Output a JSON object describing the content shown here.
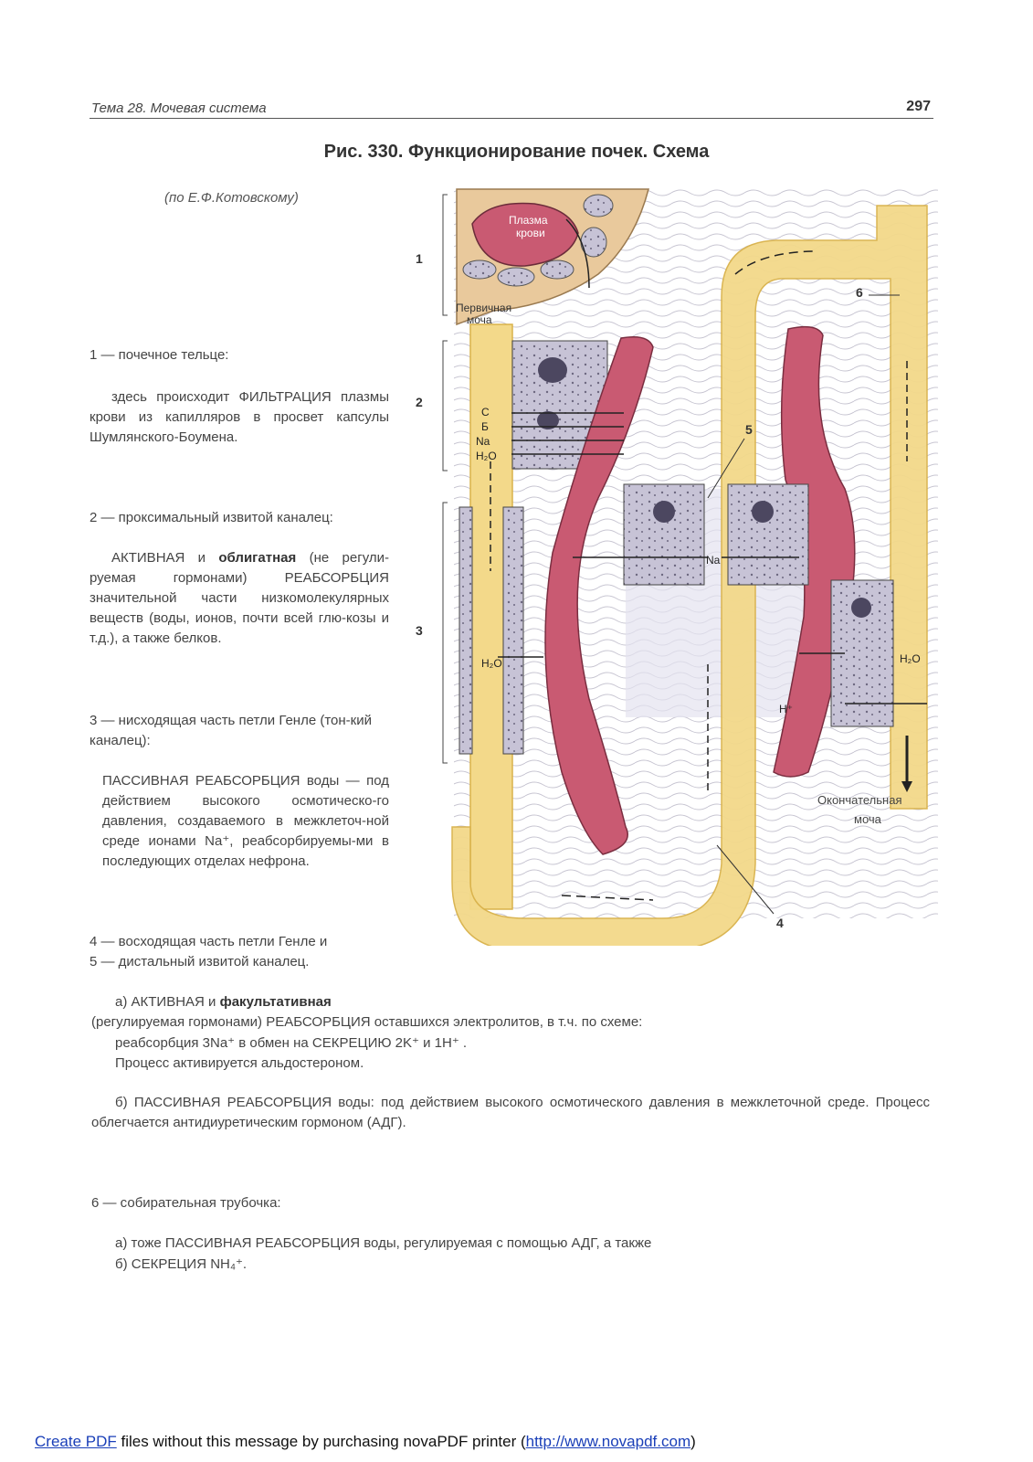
{
  "header": {
    "topic": "Тема 28. Мочевая система",
    "page_number": "297"
  },
  "figure": {
    "title": "Рис. 330. Функционирование почек. Схема",
    "subtitle": "(по Е.Ф.Котовскому)",
    "labels": {
      "n1": "1",
      "n2": "2",
      "n3": "3",
      "n4": "4",
      "n5": "5",
      "n6": "6",
      "plasma_1": "Плазма",
      "plasma_2": "крови",
      "primary_1": "Первичная",
      "primary_2": "моча",
      "c": "С",
      "b": "Б",
      "na": "Na",
      "h2o": "H₂O",
      "na_mid": "Na",
      "h2o_left": "H₂O",
      "h2o_right": "H₂O",
      "h_plus": "H⁺",
      "final_1": "Окончательная",
      "final_2": "моча"
    }
  },
  "sections": {
    "s1": {
      "heading": "1 — почечное тельце:",
      "body": "здесь происходит ФИЛЬТРАЦИЯ плазмы крови из капилляров в просвет капсулы Шумлянского-Боумена."
    },
    "s2": {
      "heading": "2 — проксимальный извитой каналец:",
      "p1": "АКТИВНАЯ и ",
      "p2": "облигатная",
      "p3": " (не регули-руемая гормонами) РЕАБСОРБЦИЯ значительной части низкомолекулярных веществ (воды, ионов, почти всей глю-козы и т.д.), а также белков."
    },
    "s3": {
      "heading": "3 — нисходящая часть петли Генле (тон-кий каналец):",
      "body": "ПАССИВНАЯ РЕАБСОРБЦИЯ воды — под действием высокого осмотическо-го давления, создаваемого в межклеточ-ной среде ионами Na⁺, реабсорбируемы-ми в последующих отделах нефрона."
    },
    "s45": {
      "line1": "4 — восходящая часть петли Генле и",
      "line2": "5 — дистальный извитой каналец.",
      "a_1": "а)  АКТИВНАЯ   и   ",
      "a_bold": "факультативная",
      "a_2": "(регулируемая гормонами) РЕАБСОРБЦИЯ оставшихся электролитов, в т.ч. по схеме:",
      "a_3": "реабсорбция 3Na⁺ в обмен на СЕКРЕЦИЮ 2K⁺ и 1H⁺ .",
      "a_4": "Процесс активируется альдостероном.",
      "b_1": "б) ПАССИВНАЯ РЕАБСОРБЦИЯ воды: под действием высокого осмотического давления в межклеточной среде. Процесс облегчается антидиуретическим гормоном (АДГ)."
    },
    "s6": {
      "heading": "6 — собирательная трубочка:",
      "a": "а) тоже ПАССИВНАЯ РЕАБСОРБЦИЯ воды, регулируемая с помощью АДГ, а также",
      "b": "б) СЕКРЕЦИЯ NH₄⁺."
    }
  },
  "footer": {
    "link1": "Create PDF",
    "middle": " files without this message by purchasing novaPDF printer (",
    "link2": "http://www.novapdf.com",
    "end": ")"
  },
  "colors": {
    "tubule": "#f3d98a",
    "tubule_edge": "#d9b24a",
    "vessel": "#c95a72",
    "cell": "#c7c3d6",
    "interstitium": "#e4e2ef"
  }
}
